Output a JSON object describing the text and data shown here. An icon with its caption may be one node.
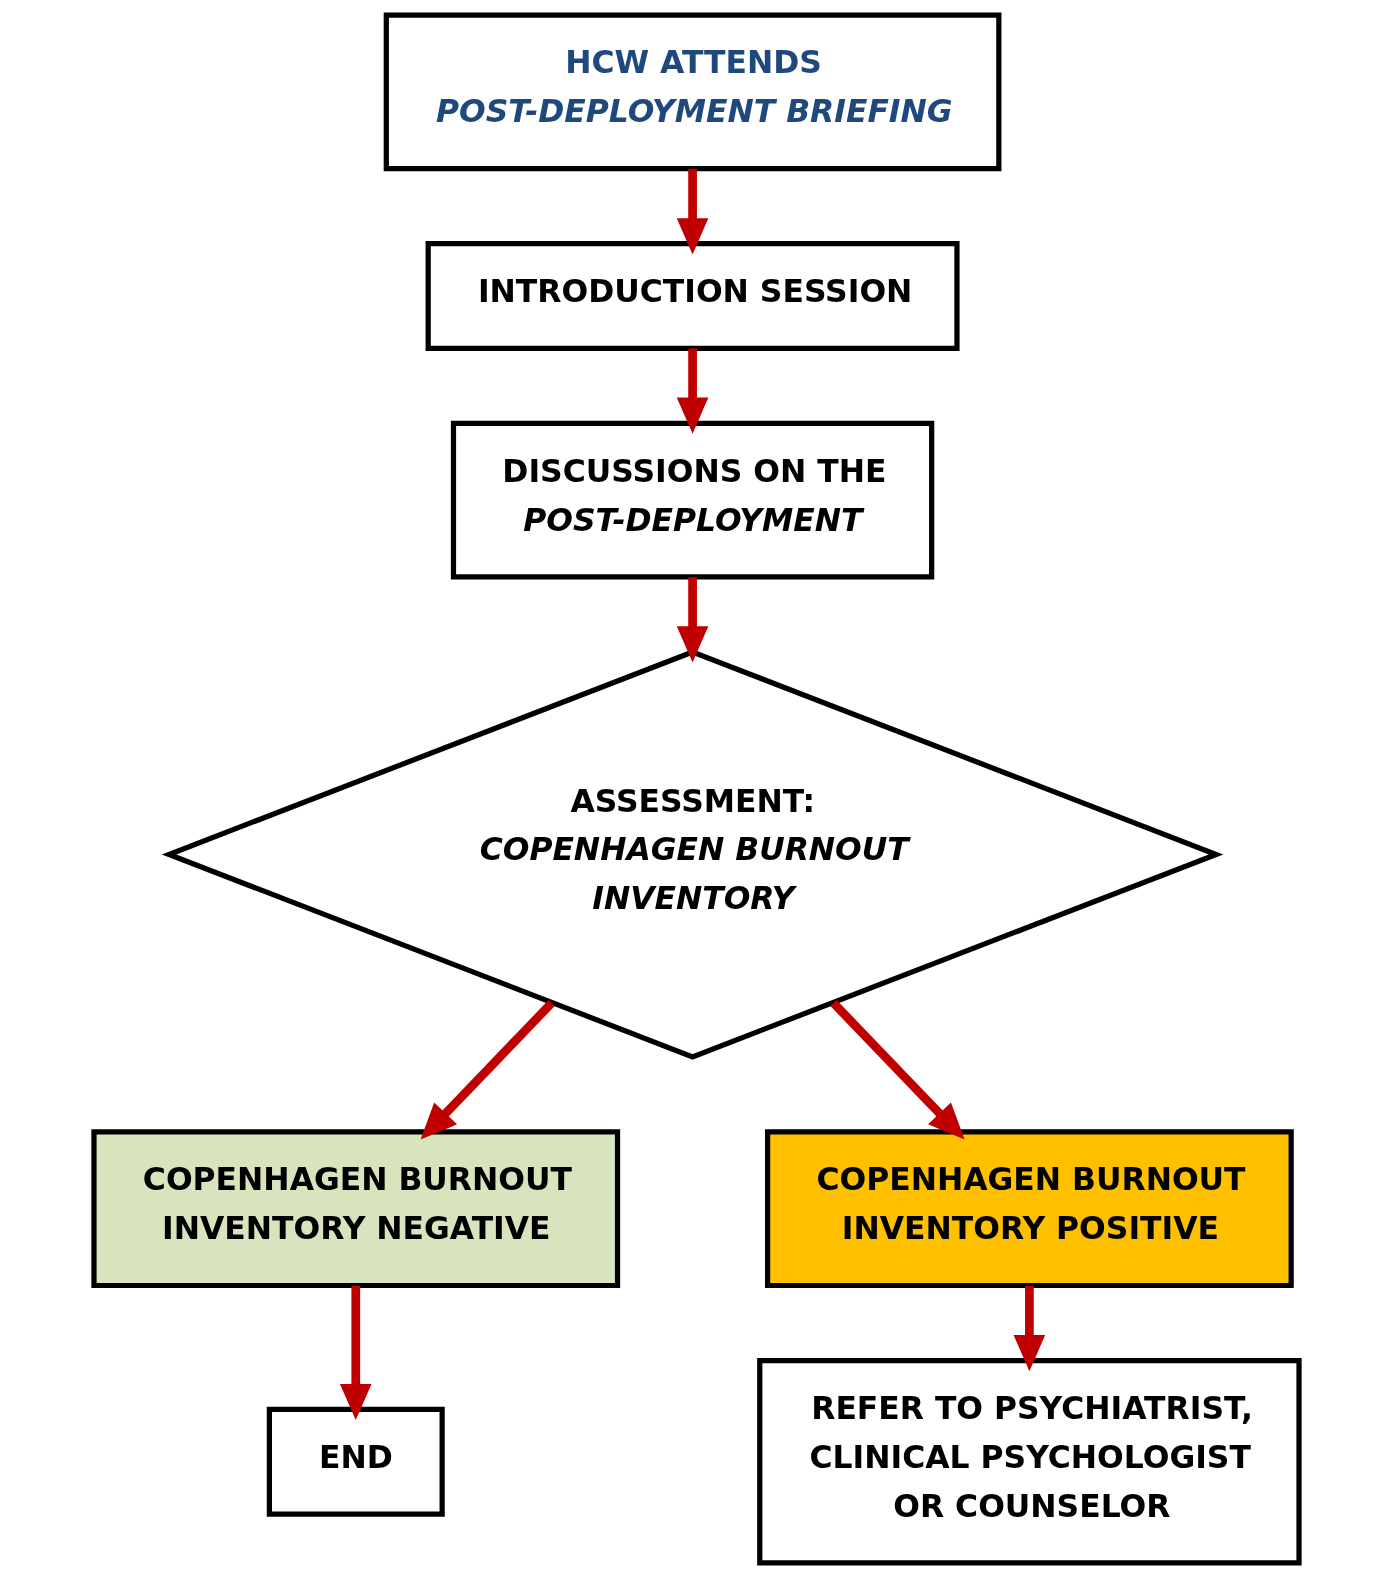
{
  "diagram": {
    "nodes": [
      {
        "text": [
          "HCW ATTENDS",
          "POST-DEPLOYMENT BRIEFING"
        ]
      },
      {
        "text": [
          "INTRODUCTION SESSION"
        ]
      },
      {
        "text": [
          "DISCUSSIONS ON THE",
          "POST-DEPLOYMENT"
        ]
      },
      {
        "text": [
          "ASSESSMENT:",
          "COPENHAGEN BURNOUT INVENTORY"
        ]
      },
      {
        "text": [
          "COPENHAGEN BURNOUT INVENTORY NEGATIVE"
        ]
      },
      {
        "text": [
          "COPENHAGEN BURNOUT INVENTORY POSITIVE"
        ]
      },
      {
        "text": [
          "END"
        ]
      },
      {
        "text": [
          "REFER TO PSYCHIATRIST, CLINICAL PSYCHOLOGIST OR COUNSELOR"
        ]
      }
    ],
    "edges": [
      {
        "from": 0,
        "to": 1,
        "arrow": "to"
      },
      {
        "from": 1,
        "to": 2,
        "arrow": "to"
      },
      {
        "from": 2,
        "to": 3,
        "arrow": "to"
      },
      {
        "from": 3,
        "to": 4,
        "arrow": "to"
      },
      {
        "from": 3,
        "to": 5,
        "arrow": "to"
      },
      {
        "from": 4,
        "to": 6,
        "arrow": "to"
      },
      {
        "from": 5,
        "to": 7,
        "arrow": "to"
      }
    ]
  }
}
